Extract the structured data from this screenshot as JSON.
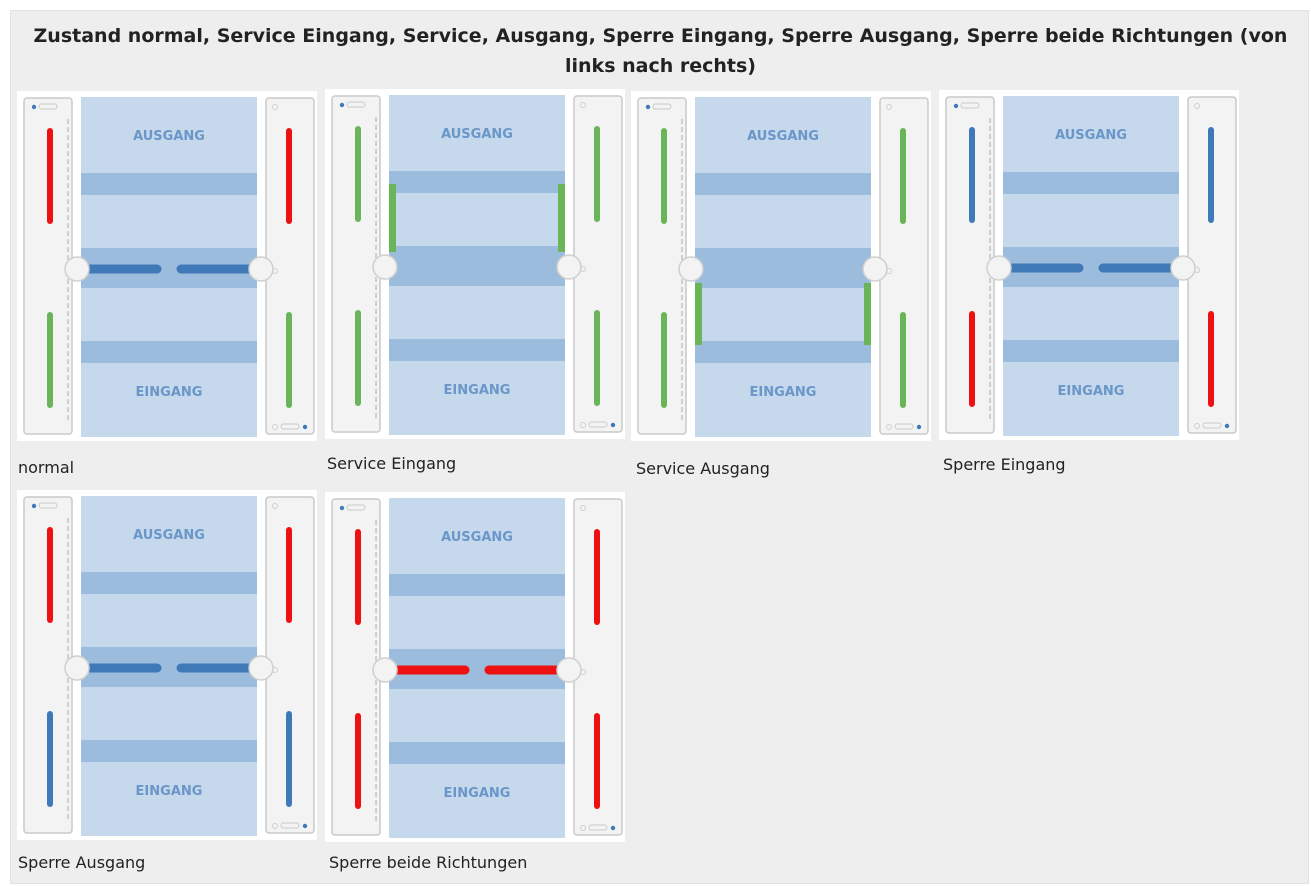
{
  "title": "Zustand normal, Service Eingang, Service, Ausgang, Sperre Eingang, Sperre Ausgang, Sperre beide Richtungen (von links nach rechts)",
  "labels": {
    "exit": "AUSGANG",
    "entry": "EINGANG"
  },
  "colors": {
    "red": "#ee1111",
    "green": "#6ab55a",
    "blue": "#3f79b8",
    "panel": "#c5d8ec",
    "band": "#9bbcdc",
    "text": "#6a96c9"
  },
  "states": [
    {
      "caption": "normal",
      "top": "red",
      "bottom": "green",
      "wings": "blue",
      "service": "none"
    },
    {
      "caption": "Service Eingang",
      "top": "green",
      "bottom": "green",
      "wings": "none",
      "service": "entry"
    },
    {
      "caption": "Service Ausgang",
      "top": "green",
      "bottom": "green",
      "wings": "none",
      "service": "exit"
    },
    {
      "caption": "Sperre Eingang",
      "top": "blue",
      "bottom": "red",
      "wings": "blue",
      "service": "none"
    },
    {
      "caption": "Sperre Ausgang",
      "top": "red",
      "bottom": "blue",
      "wings": "blue",
      "service": "none"
    },
    {
      "caption": "Sperre beide Richtungen",
      "top": "red",
      "bottom": "red",
      "wings": "red",
      "service": "none"
    }
  ]
}
